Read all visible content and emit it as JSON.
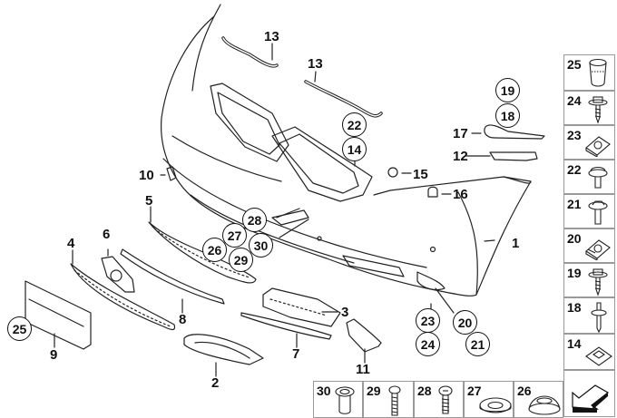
{
  "diagram": {
    "title": "Front bumper trim panel assembly",
    "main_labels": [
      {
        "id": "1",
        "text": "1"
      },
      {
        "id": "2",
        "text": "2"
      },
      {
        "id": "3",
        "text": "3"
      },
      {
        "id": "4",
        "text": "4"
      },
      {
        "id": "5",
        "text": "5"
      },
      {
        "id": "6",
        "text": "6"
      },
      {
        "id": "7",
        "text": "7"
      },
      {
        "id": "8",
        "text": "8"
      },
      {
        "id": "9",
        "text": "9"
      },
      {
        "id": "10",
        "text": "10"
      },
      {
        "id": "11",
        "text": "11"
      },
      {
        "id": "12",
        "text": "12"
      },
      {
        "id": "13a",
        "text": "13"
      },
      {
        "id": "13b",
        "text": "13"
      },
      {
        "id": "15",
        "text": "15"
      },
      {
        "id": "16",
        "text": "16"
      },
      {
        "id": "17",
        "text": "17"
      }
    ],
    "circled_labels": [
      {
        "id": "19",
        "text": "19"
      },
      {
        "id": "18",
        "text": "18"
      },
      {
        "id": "22",
        "text": "22"
      },
      {
        "id": "14",
        "text": "14"
      },
      {
        "id": "28",
        "text": "28"
      },
      {
        "id": "27",
        "text": "27"
      },
      {
        "id": "30",
        "text": "30"
      },
      {
        "id": "26",
        "text": "26"
      },
      {
        "id": "29",
        "text": "29"
      },
      {
        "id": "23",
        "text": "23"
      },
      {
        "id": "24",
        "text": "24"
      },
      {
        "id": "20",
        "text": "20"
      },
      {
        "id": "21",
        "text": "21"
      },
      {
        "id": "25",
        "text": "25"
      }
    ],
    "legend_right": [
      {
        "num": "25",
        "icon": "plug-icon"
      },
      {
        "num": "24",
        "icon": "screw-icon"
      },
      {
        "num": "23",
        "icon": "clip-nut-icon"
      },
      {
        "num": "22",
        "icon": "expanding-rivet-icon"
      },
      {
        "num": "21",
        "icon": "screw-icon"
      },
      {
        "num": "20",
        "icon": "clip-nut-icon"
      },
      {
        "num": "19",
        "icon": "screw-icon"
      },
      {
        "num": "18",
        "icon": "expanding-rivet-icon"
      },
      {
        "num": "14",
        "icon": "square-nut-icon"
      }
    ],
    "legend_bottom": [
      {
        "num": "30",
        "icon": "grommet-icon"
      },
      {
        "num": "29",
        "icon": "bolt-icon"
      },
      {
        "num": "28",
        "icon": "screw-icon"
      },
      {
        "num": "27",
        "icon": "washer-icon"
      },
      {
        "num": "26",
        "icon": "cap-icon"
      }
    ],
    "nav_icon": "arrow-back-icon"
  }
}
